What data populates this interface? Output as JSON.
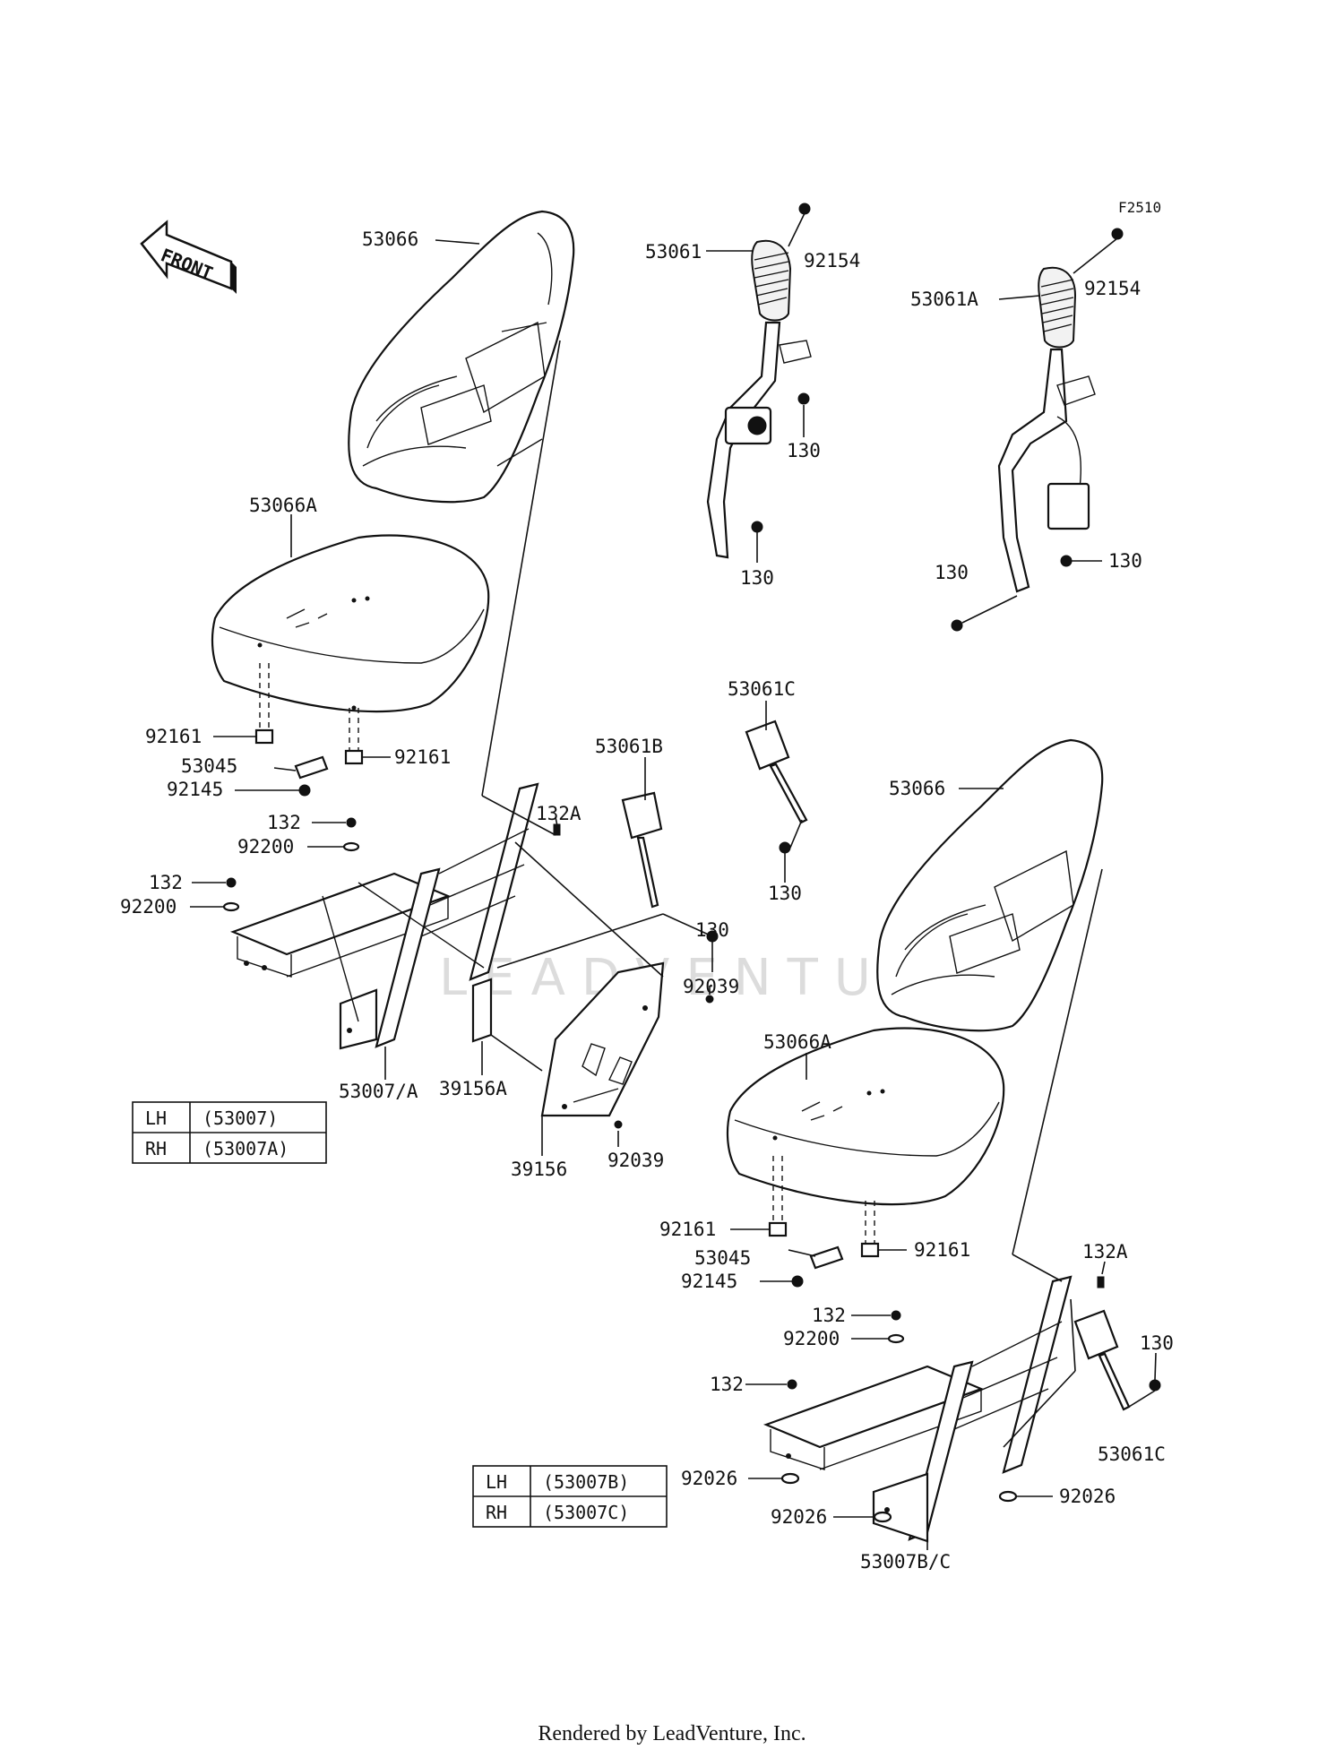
{
  "diagram_code": "F2510",
  "front_marker": "FRONT",
  "watermark": "LEADVENTURE",
  "labels": [
    {
      "id": "l-53066-a",
      "text": "53066"
    },
    {
      "id": "l-53066a-a",
      "text": "53066A"
    },
    {
      "id": "l-92161-a1",
      "text": "92161"
    },
    {
      "id": "l-53045-a",
      "text": "53045"
    },
    {
      "id": "l-92145-a",
      "text": "92145"
    },
    {
      "id": "l-92161-a2",
      "text": "92161"
    },
    {
      "id": "l-132-a1",
      "text": "132"
    },
    {
      "id": "l-92200-a1",
      "text": "92200"
    },
    {
      "id": "l-132-a2",
      "text": "132"
    },
    {
      "id": "l-92200-a2",
      "text": "92200"
    },
    {
      "id": "l-132a-a",
      "text": "132A"
    },
    {
      "id": "l-53007a",
      "text": "53007/A"
    },
    {
      "id": "l-39156a",
      "text": "39156A"
    },
    {
      "id": "l-39156",
      "text": "39156"
    },
    {
      "id": "l-92039-1",
      "text": "92039"
    },
    {
      "id": "l-92039-2",
      "text": "92039"
    },
    {
      "id": "l-53061",
      "text": "53061"
    },
    {
      "id": "l-92154-1",
      "text": "92154"
    },
    {
      "id": "l-130-1",
      "text": "130"
    },
    {
      "id": "l-130-2",
      "text": "130"
    },
    {
      "id": "l-53061a",
      "text": "53061A"
    },
    {
      "id": "l-92154-2",
      "text": "92154"
    },
    {
      "id": "l-130-3",
      "text": "130"
    },
    {
      "id": "l-130-4",
      "text": "130"
    },
    {
      "id": "l-53061b",
      "text": "53061B"
    },
    {
      "id": "l-130-5",
      "text": "130"
    },
    {
      "id": "l-53061c-1",
      "text": "53061C"
    },
    {
      "id": "l-130-6",
      "text": "130"
    },
    {
      "id": "l-53066-b",
      "text": "53066"
    },
    {
      "id": "l-53066a-b",
      "text": "53066A"
    },
    {
      "id": "l-92161-b1",
      "text": "92161"
    },
    {
      "id": "l-53045-b",
      "text": "53045"
    },
    {
      "id": "l-92145-b",
      "text": "92145"
    },
    {
      "id": "l-92161-b2",
      "text": "92161"
    },
    {
      "id": "l-132-b1",
      "text": "132"
    },
    {
      "id": "l-92200-b",
      "text": "92200"
    },
    {
      "id": "l-132-b2",
      "text": "132"
    },
    {
      "id": "l-132a-b",
      "text": "132A"
    },
    {
      "id": "l-130-7",
      "text": "130"
    },
    {
      "id": "l-53061c-2",
      "text": "53061C"
    },
    {
      "id": "l-92026-1",
      "text": "92026"
    },
    {
      "id": "l-92026-2",
      "text": "92026"
    },
    {
      "id": "l-92026-3",
      "text": "92026"
    },
    {
      "id": "l-53007bc",
      "text": "53007B/C"
    }
  ],
  "tables": [
    {
      "rows": [
        {
          "side": "LH",
          "part": "(53007)"
        },
        {
          "side": "RH",
          "part": "(53007A)"
        }
      ]
    },
    {
      "rows": [
        {
          "side": "LH",
          "part": "(53007B)"
        },
        {
          "side": "RH",
          "part": "(53007C)"
        }
      ]
    }
  ],
  "footer": "Rendered by LeadVenture, Inc."
}
